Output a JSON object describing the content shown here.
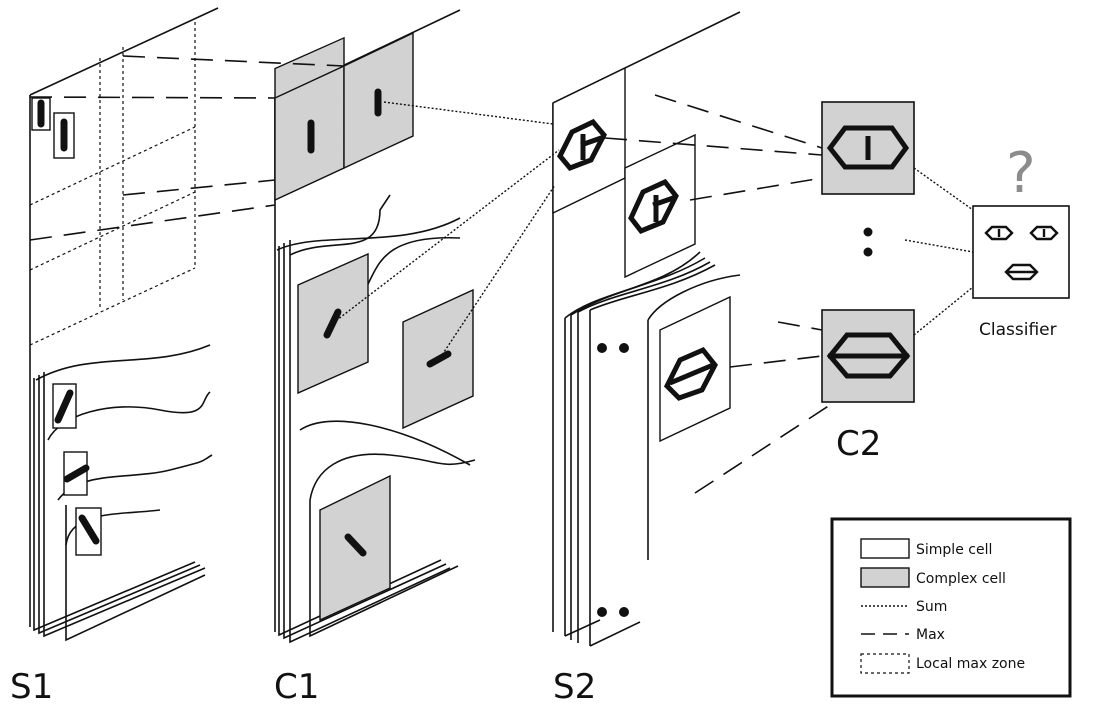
{
  "layers": {
    "s1": "S1",
    "c1": "C1",
    "s2": "S2",
    "c2": "C2",
    "classifier": "Classifier",
    "question": "?"
  },
  "legend": {
    "items": [
      {
        "label": "Simple cell"
      },
      {
        "label": "Complex cell"
      },
      {
        "label": "Sum"
      },
      {
        "label": "Max"
      },
      {
        "label": "Local max zone"
      }
    ]
  },
  "colors": {
    "complex_fill": "#d2d2d2",
    "line": "#111111",
    "question": "#8c8c8c"
  }
}
